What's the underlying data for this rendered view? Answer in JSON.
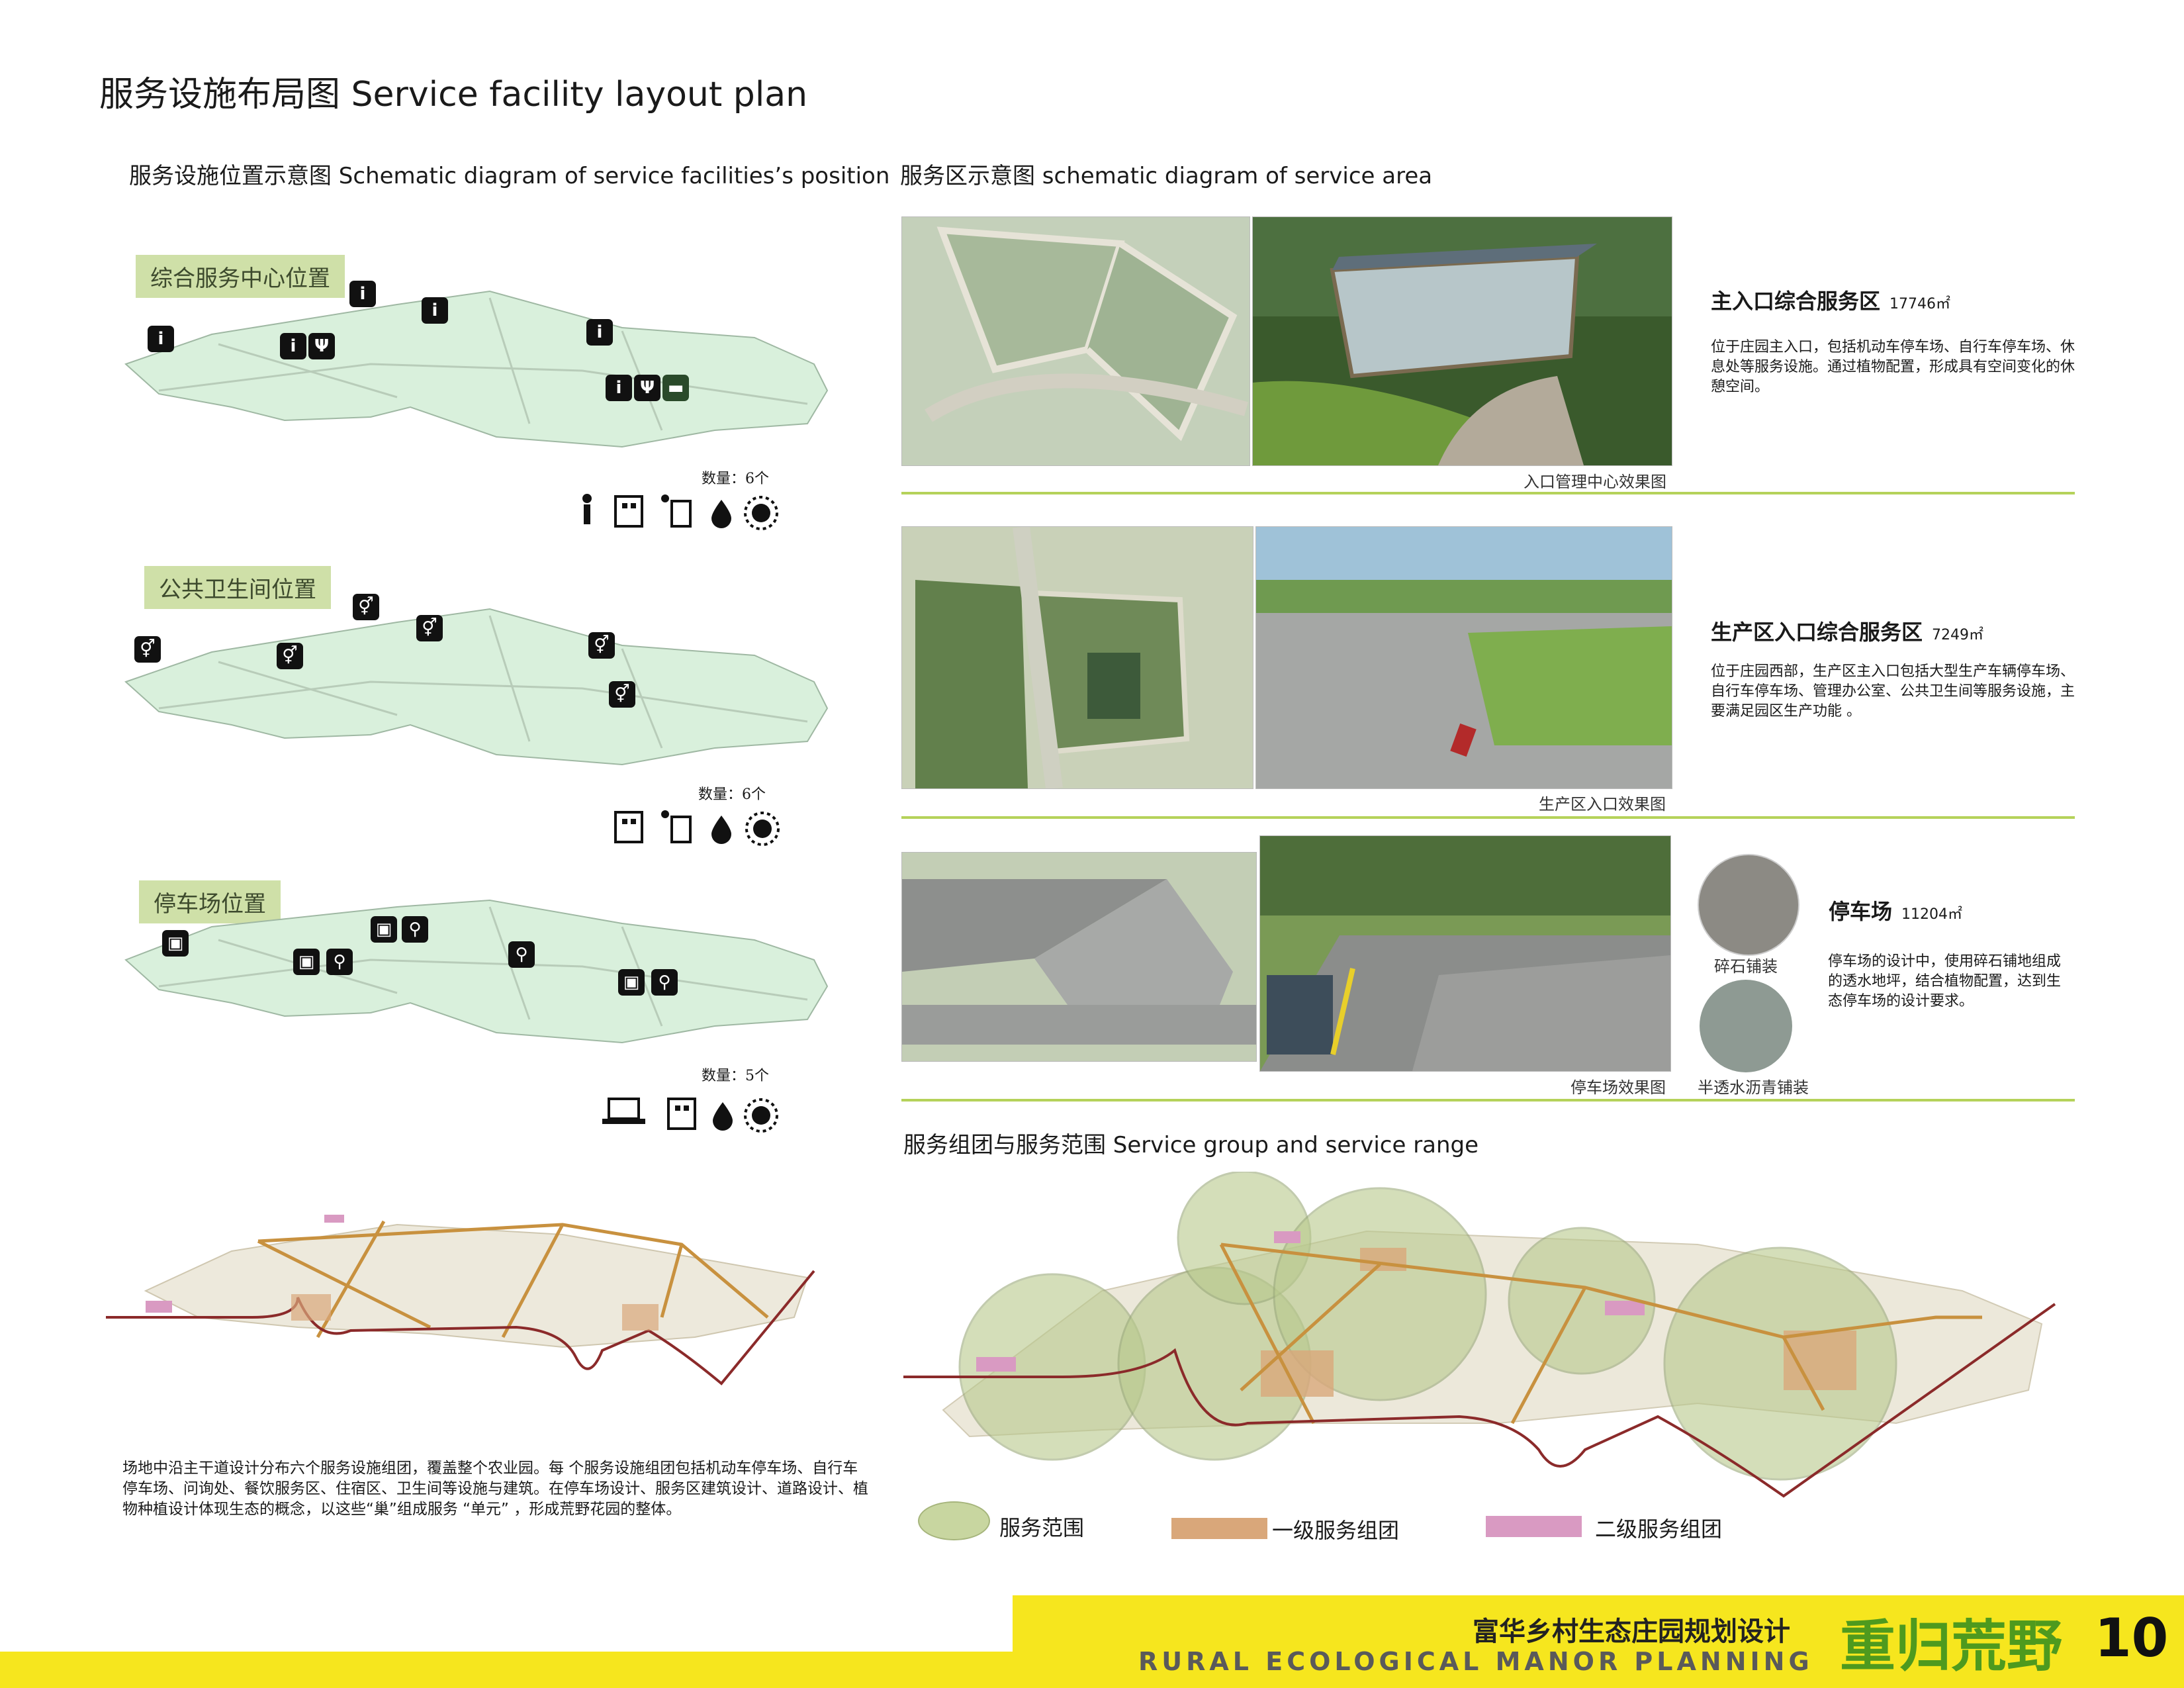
{
  "page": {
    "title": "服务设施布局图 Service facility layout plan",
    "left_heading": "服务设施位置示意图 Schematic diagram of service facilities’s position",
    "right_heading": "服务区示意图   schematic diagram of service area",
    "group_heading": "服务组团与服务范围   Service group and service range"
  },
  "maps": [
    {
      "label": "综合服务中心位置",
      "count": "数量：6个",
      "icons": [
        "info-icon",
        "restaurant-icon",
        "bed-icon"
      ],
      "legend_icons": [
        "person-icon",
        "building-icon",
        "trash-icon",
        "water-drop-icon",
        "sun-icon"
      ]
    },
    {
      "label": "公共卫生间位置",
      "count": "数量：6个",
      "icons": [
        "toilet-icon"
      ],
      "legend_icons": [
        "building-icon",
        "trash-icon",
        "water-drop-icon",
        "sun-icon"
      ]
    },
    {
      "label": "停车场位置",
      "count": "数量：5个",
      "icons": [
        "bus-icon",
        "bicycle-icon"
      ],
      "legend_icons": [
        "laptop-icon",
        "building-icon",
        "water-drop-icon",
        "sun-icon"
      ]
    }
  ],
  "zones": [
    {
      "title": "主入口综合服务区",
      "area": "17746㎡",
      "text": "位于庄园主入口，包括机动车停车场、自行车停车场、休息处等服务设施。通过植物配置，形成具有空间变化的休憩空间。",
      "caption": "入口管理中心效果图"
    },
    {
      "title": "生产区入口综合服务区",
      "area": "7249㎡",
      "text": "位于庄园西部，生产区主入口包括大型生产车辆停车场、自行车停车场、管理办公室、公共卫生间等服务设施，主要满足园区生产功能 。",
      "caption": "生产区入口效果图"
    },
    {
      "title": "停车场",
      "area": "11204㎡",
      "text": "停车场的设计中，使用碎石铺地组成的透水地坪，结合植物配置，达到生态停车场的设计要求。",
      "caption": "停车场效果图"
    }
  ],
  "materials": [
    {
      "label": "碎石铺装"
    },
    {
      "label": "半透水沥青铺装"
    }
  ],
  "description": "场地中沿主干道设计分布六个服务设施组团，覆盖整个农业园。每 个服务设施组团包括机动车停车场、自行车停车场、问询处、餐饮服务区、住宿区、卫生间等设施与建筑。在停车场设计、服务区建筑设计、道路设计、植物种植设计体现生态的概念，以这些“巢”组成服务 “单元” ，形成荒野花园的整体。",
  "legend": [
    {
      "label": "服务范围",
      "color": "#c8d6a0"
    },
    {
      "label": "一级服务组团",
      "color": "#d9a77a"
    },
    {
      "label": "二级服务组团",
      "color": "#d99ac2"
    }
  ],
  "footer": {
    "cn_title": "富华乡村生态庄园规划设计",
    "en_title": "RURAL ECOLOGICAL MANOR PLANNING",
    "art_title": "重归荒野",
    "page_number": "10"
  },
  "colors": {
    "accent_green": "#b5d25a",
    "footer_yellow": "#f6e61e",
    "map_mint": "#d9f0dc",
    "road": "#c8913f",
    "arrow": "#8b2a2a"
  }
}
